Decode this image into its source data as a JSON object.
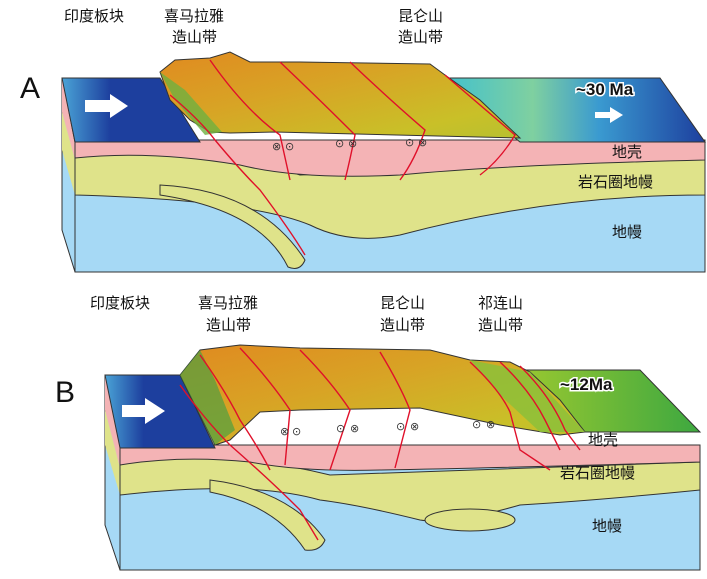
{
  "panel_a": {
    "letter": "A",
    "age": "~30 Ma",
    "top_labels": [
      "印度板块",
      "喜马拉雅",
      "造山带",
      "昆仑山",
      "造山带"
    ],
    "layers": {
      "crust": "地壳",
      "lithospheric_mantle": "岩石圈地幔",
      "mantle": "地幔"
    }
  },
  "panel_b": {
    "letter": "B",
    "age": "~12Ma",
    "top_labels": [
      "印度板块",
      "喜马拉雅",
      "造山带",
      "昆仑山",
      "造山带",
      "祁连山",
      "造山带"
    ],
    "layers": {
      "crust": "地壳",
      "lithospheric_mantle": "岩石圈地幔",
      "mantle": "地幔"
    }
  },
  "symbols": {
    "out_of_page": "⊙",
    "into_page": "⊗"
  },
  "colors": {
    "ocean": "#1a3a9a",
    "shelf": "#4fb0d8",
    "crust": "#f4b3b5",
    "lithosphere": "#dfe38a",
    "mantle": "#a6d9f5",
    "fault": "#e0102a",
    "orogen": "#d9a020"
  }
}
